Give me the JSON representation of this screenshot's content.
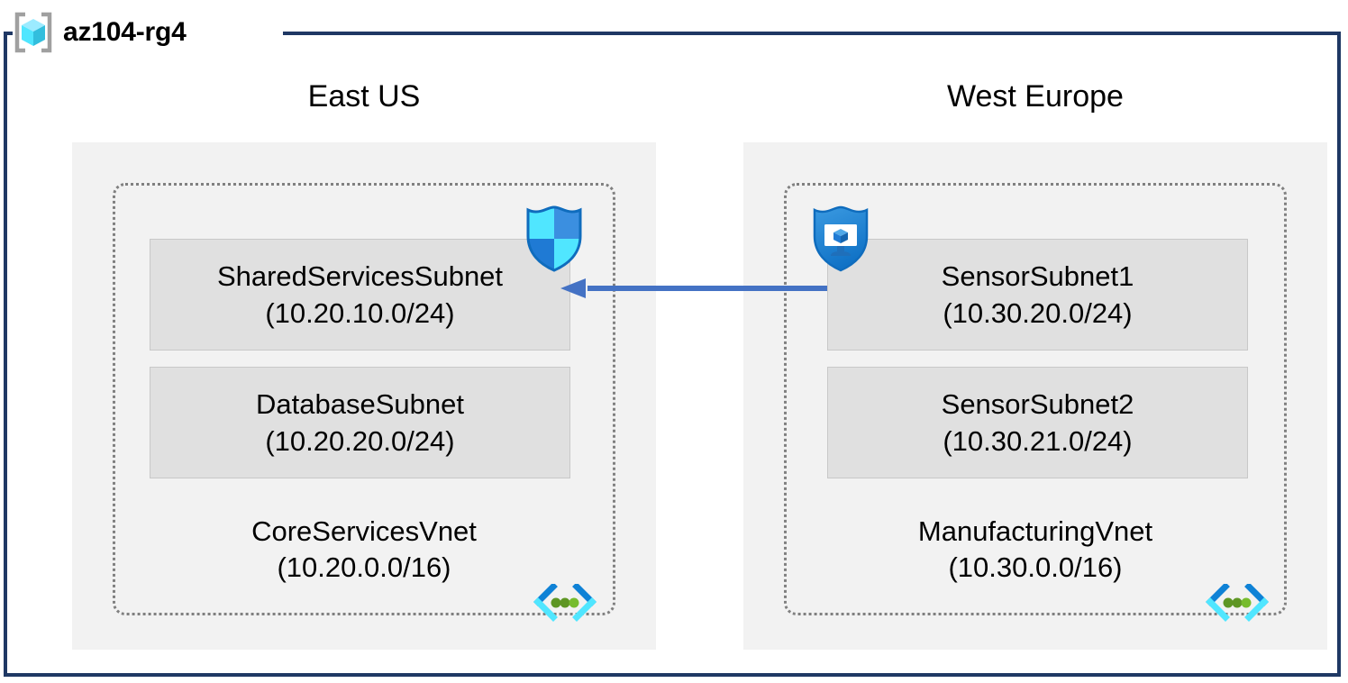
{
  "resource_group": {
    "name": "az104-rg4",
    "icon": "resource-group-cube-icon",
    "frame_color": "#1f3864"
  },
  "colors": {
    "frame_border": "#1f3864",
    "region_background": "#f2f2f2",
    "vnet_border": "#808080",
    "subnet_background": "#e0e0e0",
    "subnet_border": "#c8c8c8",
    "arrow": "#4472c4",
    "icon_blue_dark": "#0078d4",
    "icon_blue_mid": "#3b9ae1",
    "icon_cyan": "#50e6ff",
    "icon_green": "#5e9624",
    "text": "#000000"
  },
  "regions": [
    {
      "id": "east-us",
      "label": "East US",
      "vnet": {
        "name": "CoreServicesVnet",
        "address_space": "(10.20.0.0/16)",
        "icon": "virtual-network-icon",
        "subnets": [
          {
            "name": "SharedServicesSubnet",
            "address_prefix": "(10.20.10.0/24)",
            "attached_icon": "network-security-group-shield-icon"
          },
          {
            "name": "DatabaseSubnet",
            "address_prefix": "(10.20.20.0/24)",
            "attached_icon": null
          }
        ]
      }
    },
    {
      "id": "west-europe",
      "label": "West Europe",
      "vnet": {
        "name": "ManufacturingVnet",
        "address_space": "(10.30.0.0/16)",
        "icon": "virtual-network-icon",
        "subnets": [
          {
            "name": "SensorSubnet1",
            "address_prefix": "(10.30.20.0/24)",
            "attached_icon": "application-security-group-vm-shield-icon"
          },
          {
            "name": "SensorSubnet2",
            "address_prefix": "(10.30.21.0/24)",
            "attached_icon": null
          }
        ]
      }
    }
  ],
  "connection": {
    "name": "vnet-peering-arrow",
    "direction": "right-to-left",
    "from": "SensorSubnet1",
    "to": "SharedServicesSubnet",
    "color": "#4472c4"
  }
}
